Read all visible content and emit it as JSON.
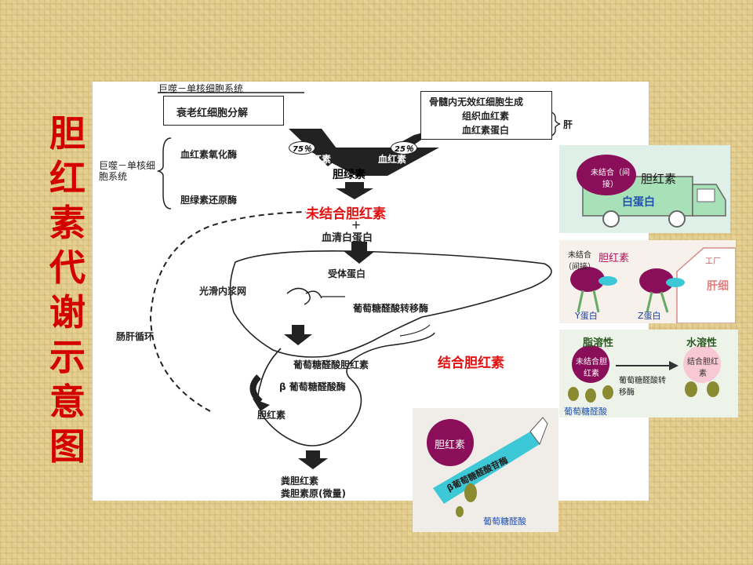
{
  "slide": {
    "title": "胆红素代谢示意图"
  },
  "diagram": {
    "header": "巨噬－单核细胞系统",
    "rbc_breakdown": "衰老红细胞分解",
    "bone_marrow": "骨髓内无效红细胞生成",
    "tissue_heme": "组织血红素",
    "hemoprotein": "血红素蛋白",
    "liver_short": "肝",
    "macrophage_system": "巨噬－单核细胞系统",
    "heme_oxygenase": "血红素氧化酶",
    "biliverdin_reductase": "胆绿素还原酶",
    "pct_left": "75％",
    "pct_right": "25％",
    "heme_left": "血红素",
    "heme_right": "血红素",
    "biliverdin": "胆绿素",
    "unconjugated_bilirubin": "未结合胆红素",
    "plus": "＋",
    "serum_albumin": "血清白蛋白",
    "receptor_protein": "受体蛋白",
    "ser": "光滑内浆网",
    "glucuronyl_transferase": "葡萄糖醛酸转移酶",
    "enterohepatic": "肠肝循环",
    "bilirubin_glucuronide": "葡萄糖醛酸胆红素",
    "conjugated_bilirubin": "结合胆红素",
    "beta_glucuronidase": "β 葡萄糖醛酸酶",
    "bilirubin": "胆红素",
    "fecal_bilirubin": "粪胆红素",
    "urobilinogen": "粪胆素原(微量)"
  },
  "insets": {
    "truck": {
      "cargo": "未结合（间接）",
      "bilirubin": "胆红素",
      "albumin": "白蛋白"
    },
    "factory": {
      "unconjugated": "未结合（间接）",
      "bilirubin": "胆红素",
      "factory_sign": "工厂",
      "liver": "肝细",
      "y_protein": "Y蛋白",
      "z_protein": "Z蛋白"
    },
    "solubility": {
      "fat_soluble": "脂溶性",
      "water_soluble": "水溶性",
      "unconjugated": "未结合胆红素",
      "conjugated": "结合胆红素",
      "enzyme": "葡萄糖醛酸转移酶",
      "glucuronic_acid": "葡萄糖醛酸"
    },
    "enzyme": {
      "bilirubin": "胆红素",
      "enzyme": "β葡萄糖醛酸苷酶",
      "glucuronic_acid": "葡萄糖醛酸"
    }
  },
  "colors": {
    "title_red": "#d40000",
    "label_red": "#e01010",
    "bilirubin_purple": "#8b0e5a",
    "protein_cyan": "#3dc8d8",
    "truck_green": "#a8e0b8"
  }
}
